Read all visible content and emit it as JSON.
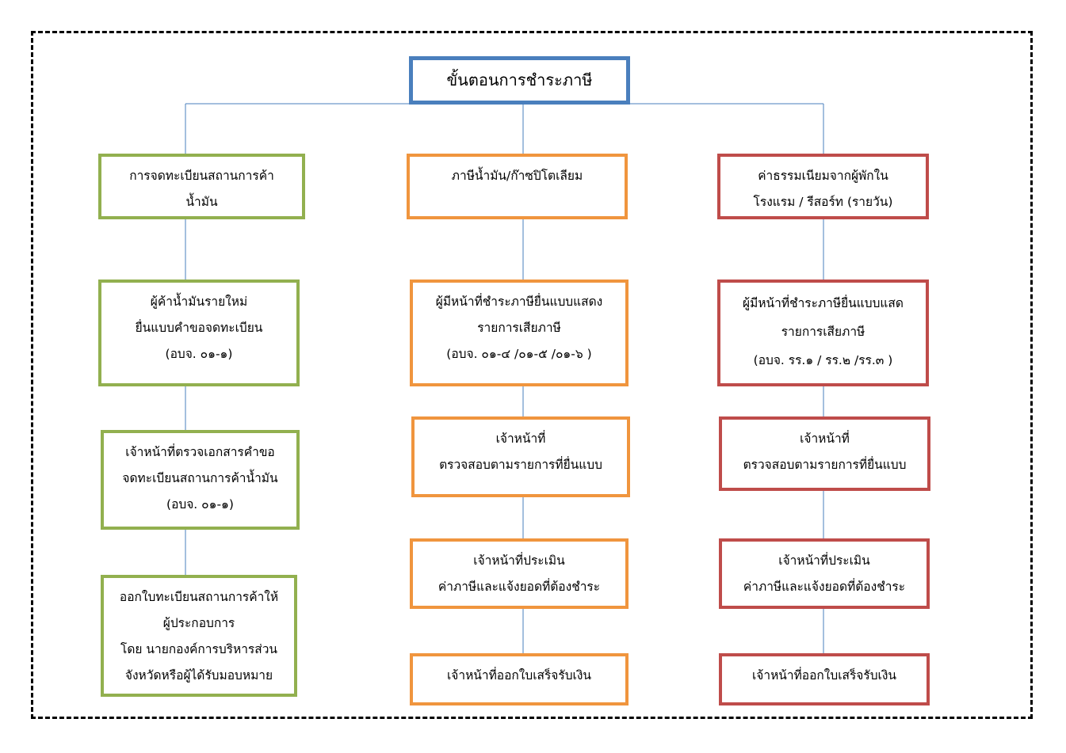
{
  "title": "ขั้นตอนการชำระภาษี",
  "columns": [
    {
      "name": "left",
      "color": "#92b04f",
      "boxes": [
        {
          "lines": [
            "การจดทะเบียนสถานการค้า",
            "น้ำมัน"
          ]
        },
        {
          "lines": [
            "ผู้ค้าน้ำมันรายใหม่",
            "ยื่นแบบคำขอจดทะเบียน",
            "(อบจ. ๐๑-๑)"
          ]
        },
        {
          "lines": [
            "เจ้าหน้าที่ตรวจเอกสารคำขอ",
            "จดทะเบียนสถานการค้าน้ำมัน",
            "(อบจ. ๐๑-๑)"
          ]
        },
        {
          "lines": [
            "ออกใบทะเบียนสถานการค้าให้",
            "ผู้ประกอบการ",
            "โดย นายกองค์การบริหารส่วน",
            "จังหวัดหรือผู้ได้รับมอบหมาย"
          ]
        }
      ]
    },
    {
      "name": "middle",
      "color": "#f0953e",
      "boxes": [
        {
          "lines": [
            "ภาษีน้ำมัน/ก๊าซปิโตเลียม"
          ]
        },
        {
          "lines": [
            "ผู้มีหน้าที่ชำระภาษียื่นแบบแสดง",
            "รายการเสียภาษี",
            "(อบจ. ๐๑-๔ /๐๑-๕ /๐๑-๖ )"
          ]
        },
        {
          "lines": [
            "เจ้าหน้าที่",
            "ตรวจสอบตามรายการที่ยื่นแบบ"
          ]
        },
        {
          "lines": [
            "เจ้าหน้าที่ประเมิน",
            "ค่าภาษีและแจ้งยอดที่ต้องชำระ"
          ]
        },
        {
          "lines": [
            "เจ้าหน้าที่ออกใบเสร็จรับเงิน"
          ]
        }
      ]
    },
    {
      "name": "right",
      "color": "#bf4c4a",
      "boxes": [
        {
          "lines": [
            "ค่าธรรมเนียมจากผู้พักใน",
            "โรงแรม / รีสอร์ท (รายวัน)"
          ]
        },
        {
          "lines": [
            "ผู้มีหน้าที่ชำระภาษียื่นแบบแสด",
            "รายการเสียภาษี",
            "(อบจ. รร.๑ / รร.๒ /รร.๓ )"
          ]
        },
        {
          "lines": [
            "เจ้าหน้าที่",
            "ตรวจสอบตามรายการที่ยื่นแบบ"
          ]
        },
        {
          "lines": [
            "เจ้าหน้าที่ประเมิน",
            "ค่าภาษีและแจ้งยอดที่ต้องชำระ"
          ]
        },
        {
          "lines": [
            "เจ้าหน้าที่ออกใบเสร็จรับเงิน"
          ]
        }
      ]
    }
  ],
  "colors": {
    "title_border": "#4a7fbd",
    "connector": "#4a7fbd"
  }
}
